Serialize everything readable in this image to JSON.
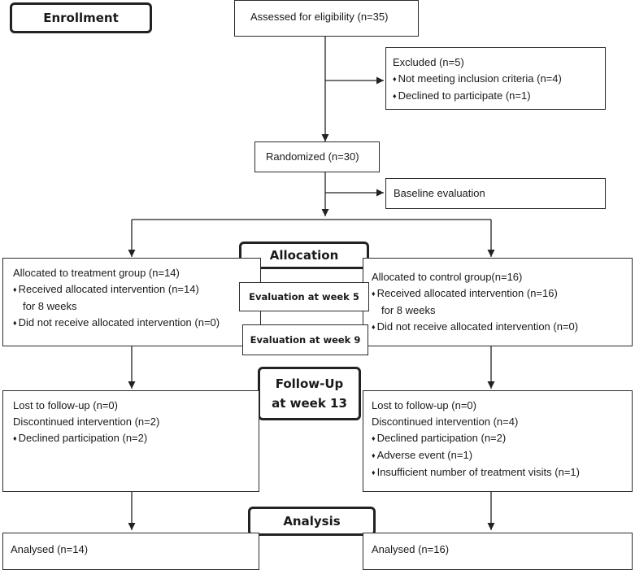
{
  "stages": {
    "enrollment": "Enrollment",
    "allocation": "Allocation",
    "followup_line1": "Follow-Up",
    "followup_line2": "at week 13",
    "analysis": "Analysis"
  },
  "assessed": "Assessed for eligibility (n=35)",
  "excluded": {
    "title": "Excluded (n=5)",
    "items": [
      "Not meeting inclusion criteria (n=4)",
      "Declined to participate (n=1)"
    ]
  },
  "randomized": "Randomized (n=30)",
  "baseline": "Baseline evaluation",
  "treatment": {
    "allocated": "Allocated to treatment group (n=14)",
    "received": "Received allocated intervention (n=14)",
    "received_cont": "for 8 weeks",
    "not_received": "Did not receive allocated intervention (n=0)",
    "lost": "Lost to follow-up (n=0)",
    "discontinued": "Discontinued intervention (n=2)",
    "declined": "Declined participation (n=2)",
    "analysed": "Analysed (n=14)"
  },
  "control": {
    "allocated": "Allocated to control group(n=16)",
    "received": "Received allocated intervention (n=16)",
    "received_cont": "for 8 weeks",
    "not_received": "Did not receive allocated intervention (n=0)",
    "lost": "Lost to follow-up (n=0)",
    "discontinued": "Discontinued intervention (n=4)",
    "declined": "Declined participation (n=2)",
    "adverse": "Adverse event (n=1)",
    "insufficient": "Insufficient number of treatment visits (n=1)",
    "analysed": "Analysed (n=16)"
  },
  "evaluations": {
    "week5": "Evaluation at week 5",
    "week9": "Evaluation at week 9"
  }
}
